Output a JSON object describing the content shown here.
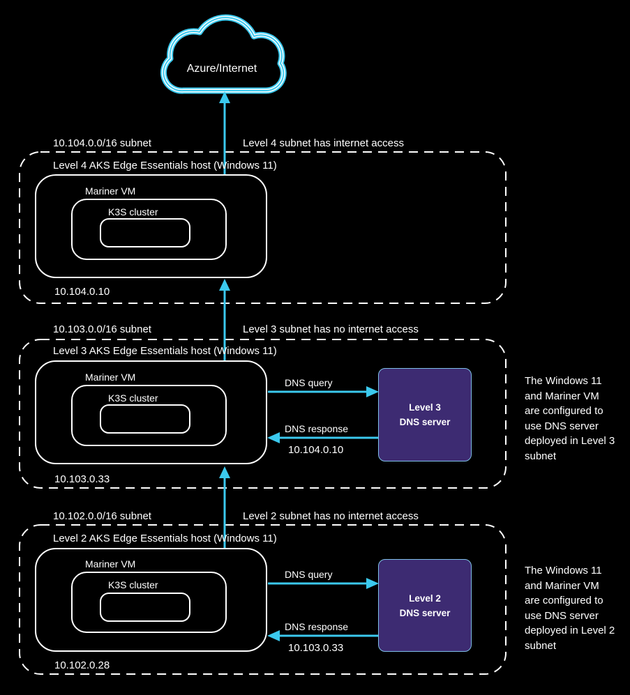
{
  "colors": {
    "background": "#000000",
    "line": "#FFFFFF",
    "accent": "#3BC9EE",
    "dns_fill": "#3D2B72",
    "dns_border": "#7FC0E8"
  },
  "cloud": {
    "label": "Azure/Internet"
  },
  "subnets": [
    {
      "cidr": "10.104.0.0/16 subnet",
      "access_note": "Level 4 subnet has internet access",
      "host_title": "Level 4 AKS Edge Essentials host (Windows 11)",
      "vm_title": "Mariner VM",
      "cluster_title": "K3S cluster",
      "host_ip": "10.104.0.10"
    },
    {
      "cidr": "10.103.0.0/16 subnet",
      "access_note": "Level 3 subnet has no internet access",
      "host_title": "Level 3 AKS Edge Essentials host (Windows 11)",
      "vm_title": "Mariner VM",
      "cluster_title": "K3S cluster",
      "host_ip": "10.103.0.33",
      "dns_server": {
        "line1": "Level 3",
        "line2": "DNS server"
      },
      "dns_query_label": "DNS query",
      "dns_response_label": "DNS response",
      "dns_response_ip": "10.104.0.10",
      "side_note": "The Windows 11\nand Mariner VM\nare configured to\nuse DNS server\ndeployed in Level 3\nsubnet"
    },
    {
      "cidr": "10.102.0.0/16 subnet",
      "access_note": "Level 2 subnet has no internet access",
      "host_title": "Level 2 AKS Edge Essentials host (Windows 11)",
      "vm_title": "Mariner VM",
      "cluster_title": "K3S cluster",
      "host_ip": "10.102.0.28",
      "dns_server": {
        "line1": "Level 2",
        "line2": "DNS server"
      },
      "dns_query_label": "DNS query",
      "dns_response_label": "DNS response",
      "dns_response_ip": "10.103.0.33",
      "side_note": "The Windows 11\nand Mariner VM\nare configured to\nuse DNS server\ndeployed in Level 2\nsubnet"
    }
  ]
}
